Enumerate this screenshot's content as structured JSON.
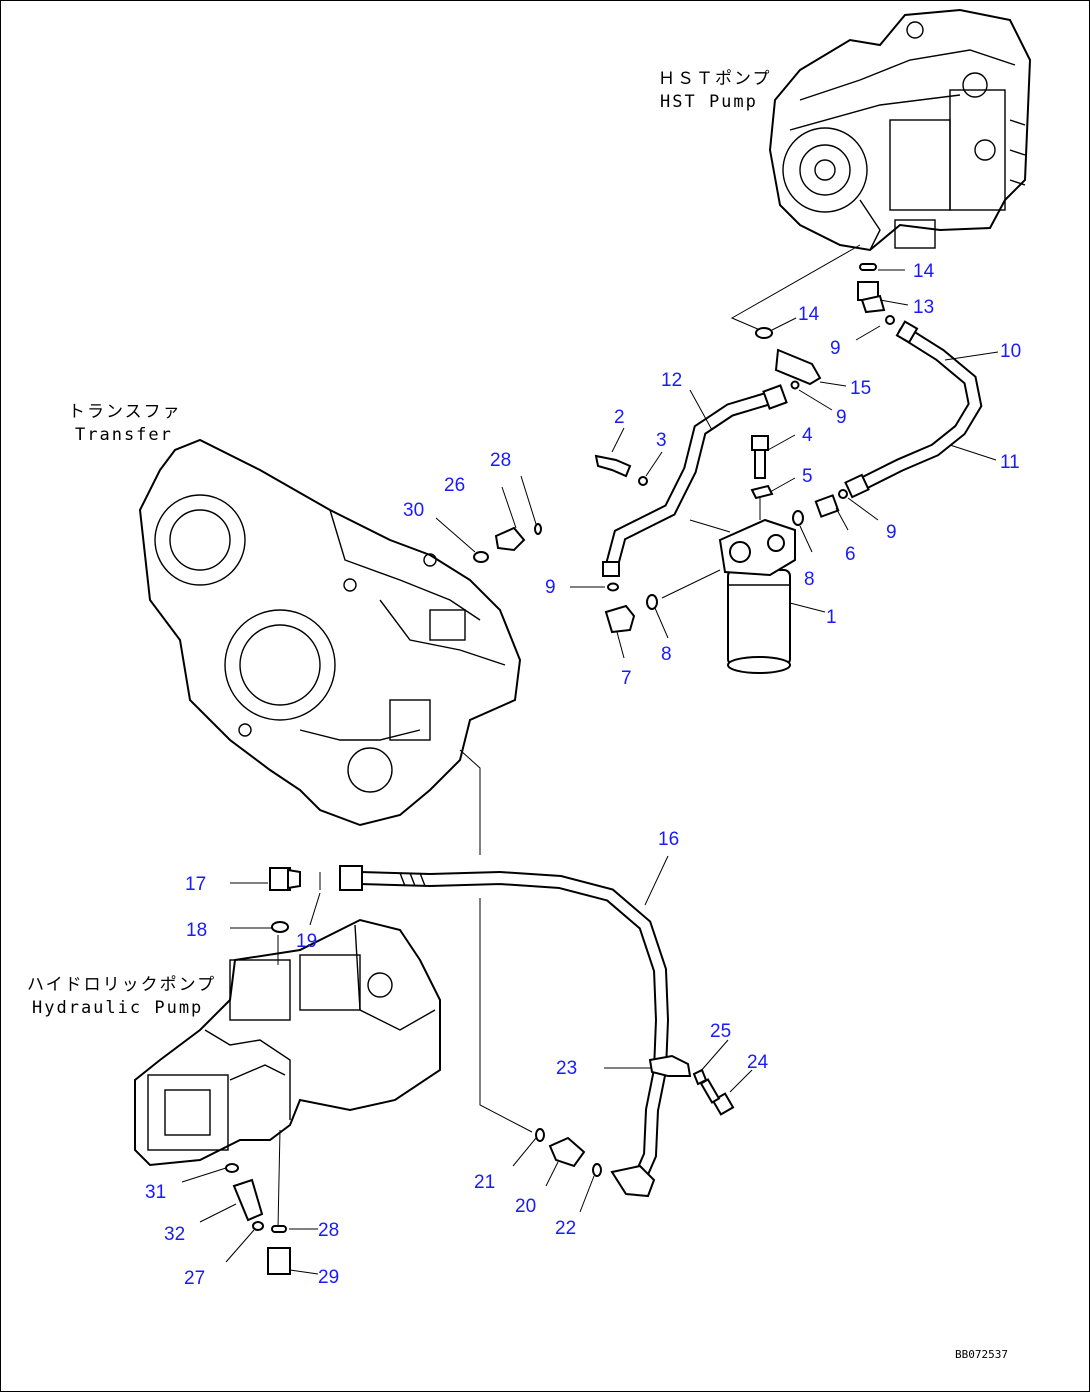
{
  "components": {
    "hst_pump": {
      "jp": "ＨＳＴポンプ",
      "en": "HST Pump"
    },
    "transfer": {
      "jp": "トランスファ",
      "en": "Transfer"
    },
    "hydraulic_pump": {
      "jp": "ハイドロリックポンプ",
      "en": "Hydraulic Pump"
    }
  },
  "callouts": {
    "c1": "1",
    "c2": "2",
    "c3": "3",
    "c4": "4",
    "c5": "5",
    "c6": "6",
    "c7": "7",
    "c8a": "8",
    "c8b": "8",
    "c9a": "9",
    "c9b": "9",
    "c9c": "9",
    "c9d": "9",
    "c10": "10",
    "c11": "11",
    "c12": "12",
    "c13": "13",
    "c14a": "14",
    "c14b": "14",
    "c15": "15",
    "c16": "16",
    "c17": "17",
    "c18": "18",
    "c19": "19",
    "c20": "20",
    "c21": "21",
    "c22": "22",
    "c23": "23",
    "c24": "24",
    "c25": "25",
    "c26": "26",
    "c27": "27",
    "c28a": "28",
    "c28b": "28",
    "c29": "29",
    "c30": "30",
    "c31": "31",
    "c32": "32"
  },
  "drawing_code": "BB072537",
  "colors": {
    "callout": "#1a1aff",
    "line": "#000000",
    "background": "#ffffff"
  }
}
